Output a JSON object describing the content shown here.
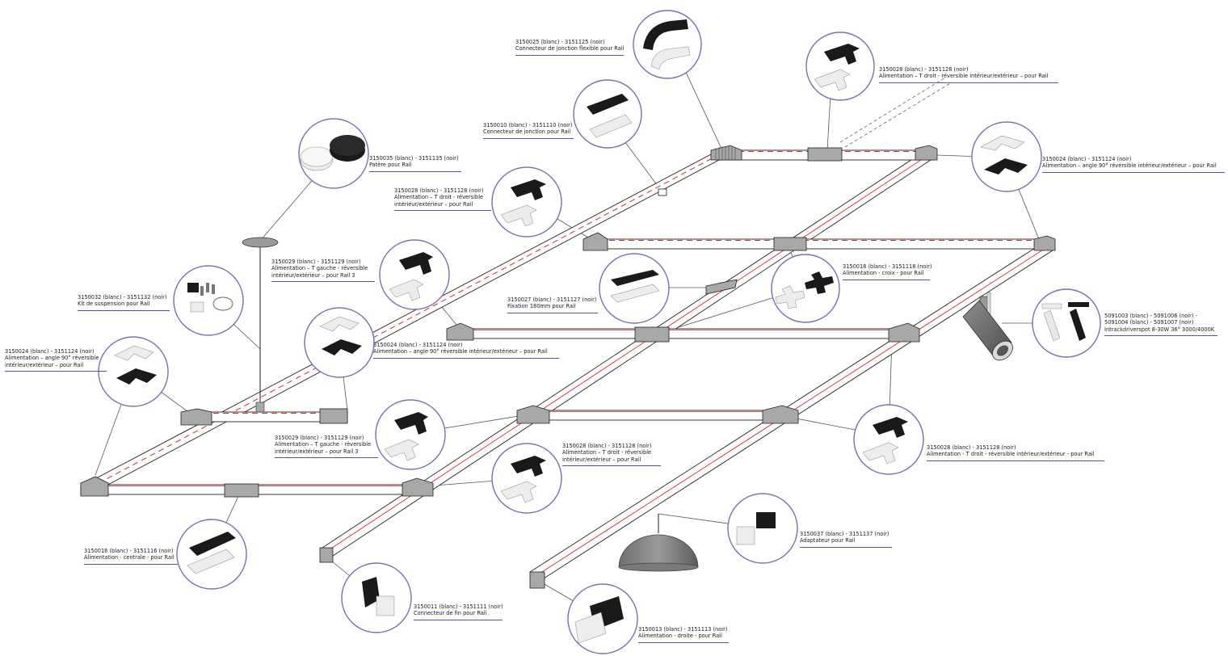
{
  "colors": {
    "callout_ring": "#7a6fb5",
    "rail_outline": "#222222",
    "rail_live": "#d9292e",
    "connector_grey": "#a8a8a8",
    "product_black": "#1a1a1a",
    "product_white": "#ededed"
  },
  "callouts": [
    {
      "id": "flex-connector",
      "icon": "flexible-joint-connector-icon",
      "lines": [
        "3150025 (blanc) - 3151125 (noir)",
        "Connecteur de jonction flexible pour Rail"
      ]
    },
    {
      "id": "t-right-top",
      "icon": "t-right-feed-icon",
      "lines": [
        "3150028 (blanc) - 3151128 (noir)",
        "Alimentation – T droit - réversible intérieur/extérieur – pour Rail"
      ]
    },
    {
      "id": "joint-connector",
      "icon": "straight-joint-connector-icon",
      "lines": [
        "3150010 (blanc) - 3151110 (noir)",
        "Connecteur de jonction pour Rail"
      ]
    },
    {
      "id": "ceiling-cup",
      "icon": "ceiling-canopy-icon",
      "lines": [
        "3150035 (blanc) - 3151135 (noir)",
        "Patère pour Rail"
      ]
    },
    {
      "id": "angle-right",
      "icon": "angle-90-feed-icon",
      "lines": [
        "3150024 (blanc) - 3151124 (noir)",
        "Alimentation – angle 90° réversible intérieur/extérieur – pour Rail"
      ]
    },
    {
      "id": "t-right-mid",
      "icon": "t-right-feed-icon",
      "lines": [
        "3150028 (blanc) - 3151128 (noir)",
        "Alimentation – T droit - réversible",
        "intérieur/extérieur – pour Rail"
      ]
    },
    {
      "id": "t-left-upper",
      "icon": "t-left-feed-icon",
      "lines": [
        "3150029 (blanc) - 3151129 (noir)",
        "Alimentation – T gauche - réversible",
        "intérieur/extérieur – pour Rail 3"
      ]
    },
    {
      "id": "suspension-kit",
      "icon": "suspension-kit-icon",
      "lines": [
        "3150032 (blanc) - 3151132 (noir)",
        "Kit de suspension pour Rail"
      ]
    },
    {
      "id": "fixation",
      "icon": "mounting-clip-icon",
      "lines": [
        "3150027 (blanc) - 3151127 (noir)",
        "Fixation 180mm pour Rail"
      ]
    },
    {
      "id": "cross",
      "icon": "cross-feed-icon",
      "lines": [
        "3150018 (blanc) - 3151118 (noir)",
        "Alimentation - croix - pour Rail"
      ]
    },
    {
      "id": "spot",
      "icon": "track-spotlight-icon",
      "lines": [
        "5091003 (blanc) - 5091006 (noir) -",
        "5091004 (blanc) - 5091007 (noir)",
        "Intrackdriverspot 8-30W 36° 3000/4000K"
      ]
    },
    {
      "id": "angle-left",
      "icon": "angle-90-feed-icon",
      "lines": [
        "3150024 (blanc) - 3151124 (noir)",
        "Alimentation – angle 90° réversible",
        "intérieur/extérieur – pour Rail"
      ]
    },
    {
      "id": "angle-center",
      "icon": "angle-90-feed-icon",
      "lines": [
        "3150024 (blanc) - 3151124 (noir)",
        "Alimentation – angle 90° réversible intérieur/extérieur – pour Rail"
      ]
    },
    {
      "id": "t-left-lower",
      "icon": "t-left-feed-icon",
      "lines": [
        "3150029 (blanc) - 3151129 (noir)",
        "Alimentation – T gauche - réversible",
        "intérieur/extérieur – pour Rail 3"
      ]
    },
    {
      "id": "t-right-lower",
      "icon": "t-right-feed-icon",
      "lines": [
        "3150028 (blanc) - 3151128 (noir)",
        "Alimentation – T droit - réversible",
        "intérieur/extérieur – pour Rail"
      ]
    },
    {
      "id": "t-right-far",
      "icon": "t-right-feed-icon",
      "lines": [
        "3150028 (blanc) - 3151128 (noir)",
        "Alimentation - T droit - réversible intérieur/extérieur - pour Rail"
      ]
    },
    {
      "id": "central-feed",
      "icon": "central-feed-icon",
      "lines": [
        "3150016 (blanc) - 3151116 (noir)",
        "Alimentation - centrale - pour Rail"
      ]
    },
    {
      "id": "adapter",
      "icon": "adapter-icon",
      "lines": [
        "3150037 (blanc) - 3151137 (noir)",
        "Adaptateur pour Rail"
      ]
    },
    {
      "id": "end-cap",
      "icon": "end-cap-icon",
      "lines": [
        "3150011 (blanc) - 3151111 (noir)",
        "Connecteur de fin pour Rail"
      ]
    },
    {
      "id": "right-feed",
      "icon": "straight-end-feed-icon",
      "lines": [
        "3150013 (blanc) - 3151113 (noir)",
        "Alimentation - droite - pour Rail"
      ]
    }
  ]
}
